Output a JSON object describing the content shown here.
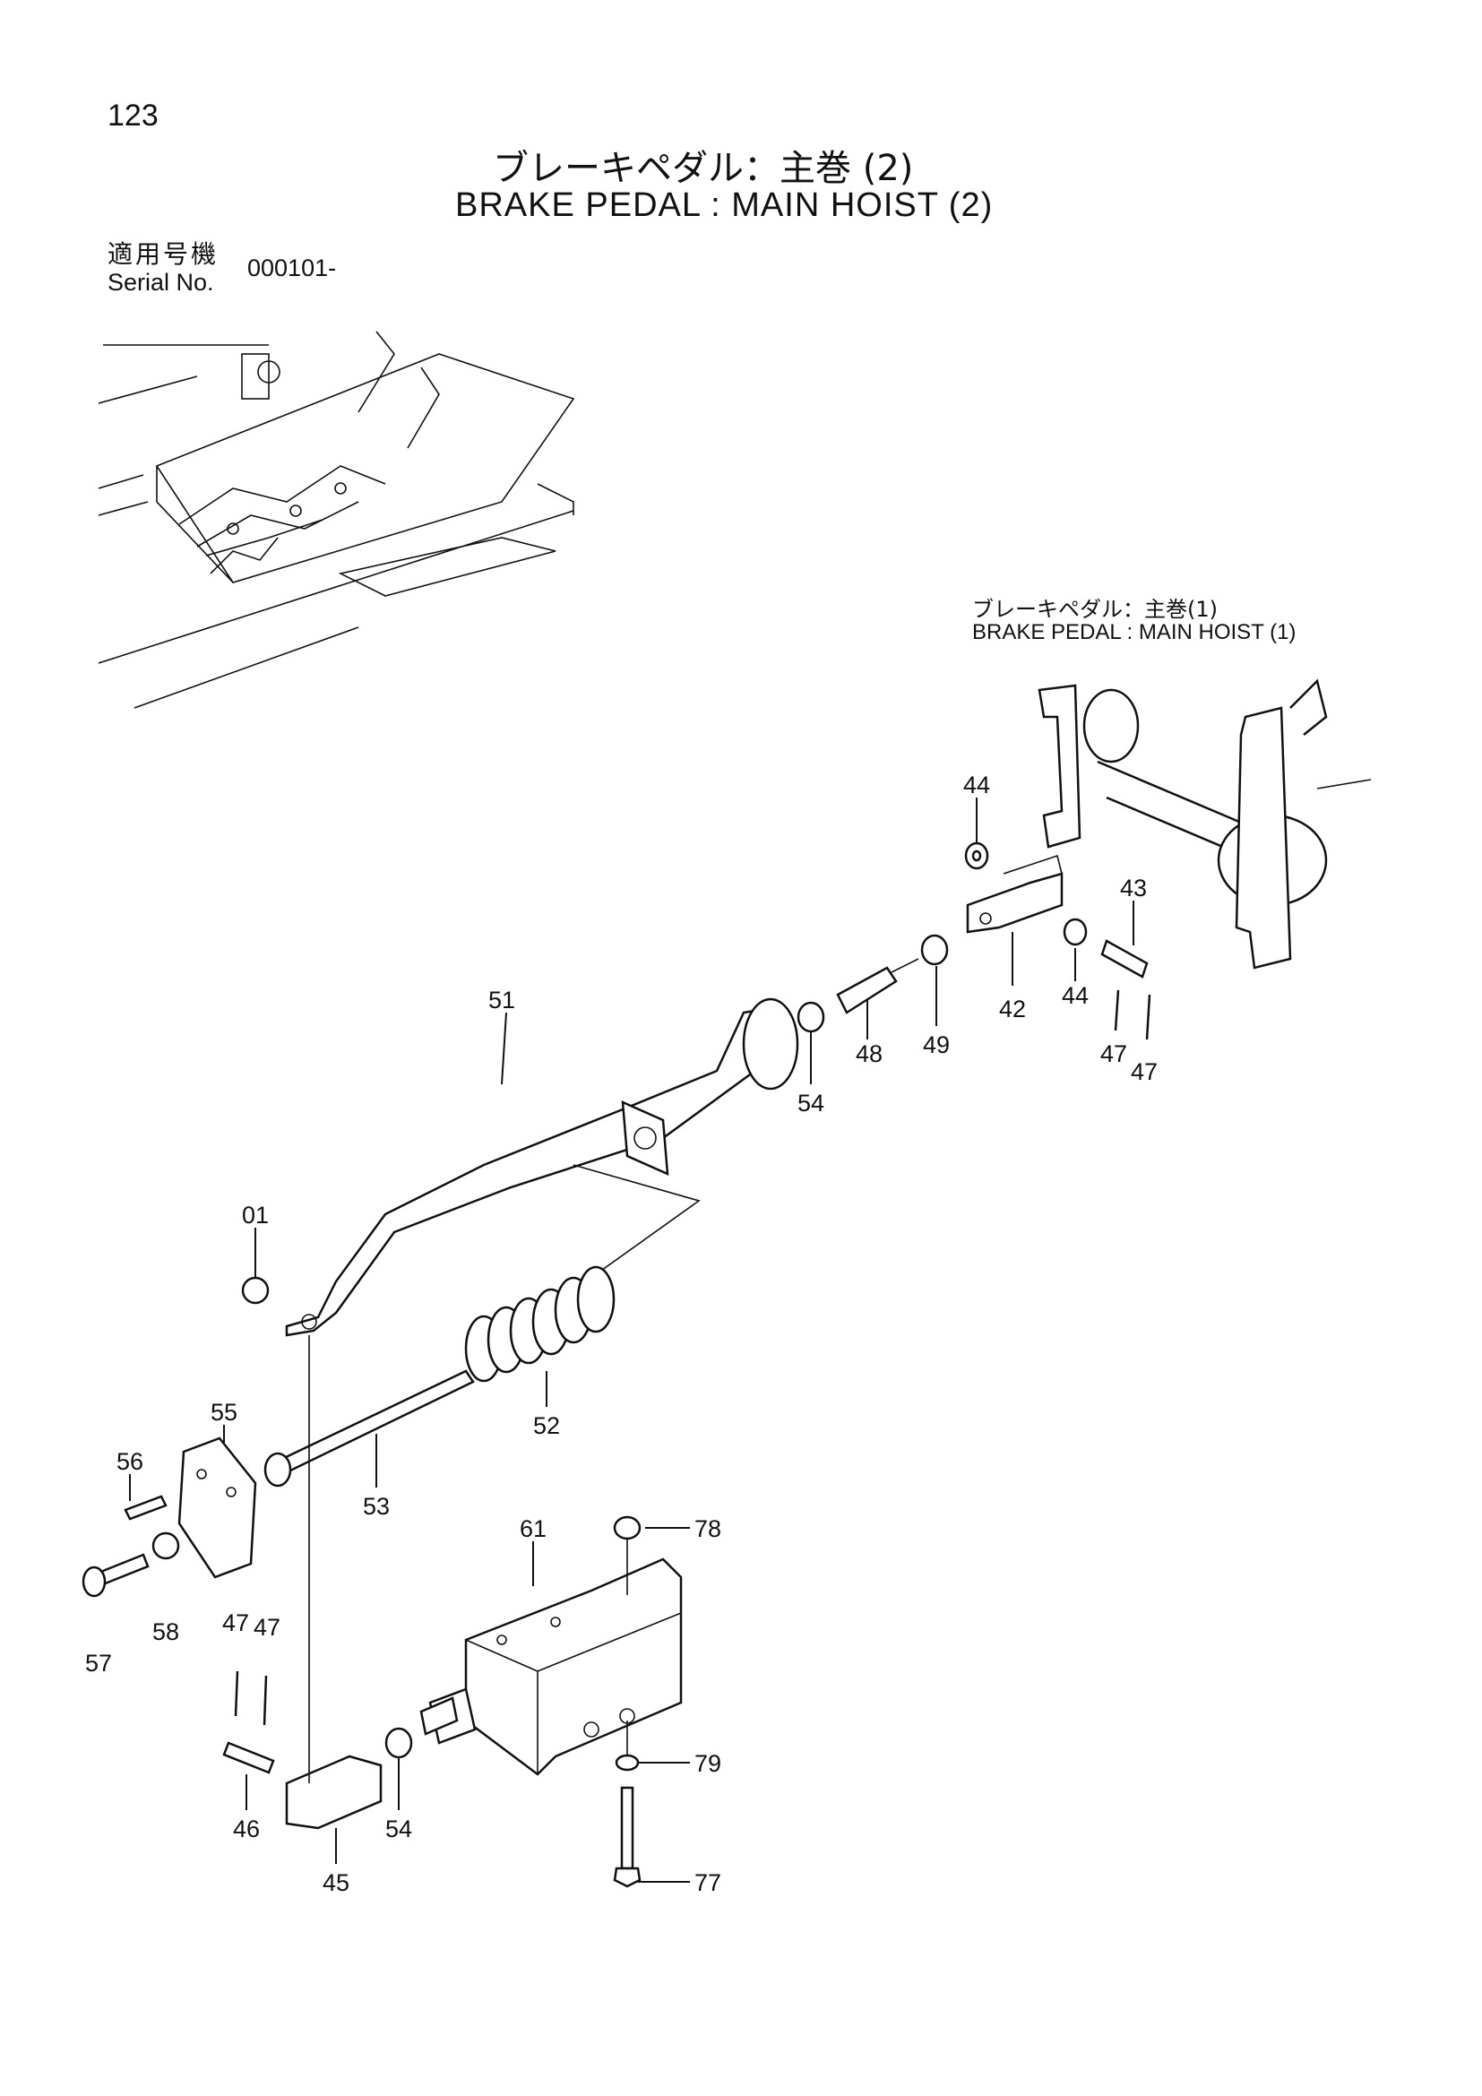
{
  "page_number": "123",
  "title_jp": "ブレーキペダル：主巻 (2)",
  "title_en": "BRAKE PEDAL :  MAIN HOIST (2)",
  "serial_label_jp": "適用号機",
  "serial_label_en": "Serial No.",
  "serial_value": "000101-",
  "reference_jp": "ブレーキペダル：主巻(1)",
  "reference_en": "BRAKE  PEDAL : MAIN  HOIST (1)",
  "callouts": [
    {
      "id": "c44a",
      "label": "44"
    },
    {
      "id": "c43",
      "label": "43"
    },
    {
      "id": "c42",
      "label": "42"
    },
    {
      "id": "c44b",
      "label": "44"
    },
    {
      "id": "c47a",
      "label": "47"
    },
    {
      "id": "c47b",
      "label": "47"
    },
    {
      "id": "c51",
      "label": "51"
    },
    {
      "id": "c49",
      "label": "49"
    },
    {
      "id": "c48",
      "label": "48"
    },
    {
      "id": "c54a",
      "label": "54"
    },
    {
      "id": "c01",
      "label": "01"
    },
    {
      "id": "c52",
      "label": "52"
    },
    {
      "id": "c53",
      "label": "53"
    },
    {
      "id": "c56",
      "label": "56"
    },
    {
      "id": "c55",
      "label": "55"
    },
    {
      "id": "c57",
      "label": "57"
    },
    {
      "id": "c58",
      "label": "58"
    },
    {
      "id": "c61",
      "label": "61"
    },
    {
      "id": "c78",
      "label": "78"
    },
    {
      "id": "c47c",
      "label": "47"
    },
    {
      "id": "c47d",
      "label": "47"
    },
    {
      "id": "c46",
      "label": "46"
    },
    {
      "id": "c45",
      "label": "45"
    },
    {
      "id": "c54b",
      "label": "54"
    },
    {
      "id": "c79",
      "label": "79"
    },
    {
      "id": "c77",
      "label": "77"
    }
  ]
}
